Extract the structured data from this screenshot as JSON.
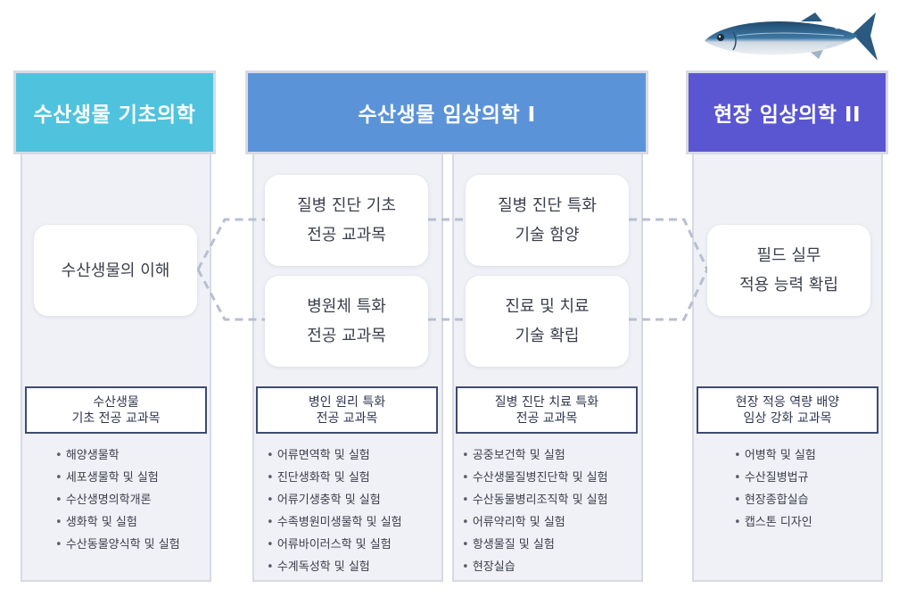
{
  "columns": [
    {
      "header": "수산생물 기초의학",
      "header_color": "#4fc3dd",
      "cards": [
        {
          "lines": [
            "수산생물의 이해"
          ]
        }
      ],
      "tag": {
        "lines": [
          "수산생물",
          "기초 전공 교과목"
        ]
      },
      "courses": [
        "해양생물학",
        "세포생물학 및 실험",
        "수산생명의학개론",
        "생화학 및 실험",
        "수산동물양식학 및 실험"
      ]
    },
    {
      "header": "수산생물 임상의학 I",
      "header_color": "#5b93d8",
      "cards": [
        {
          "lines": [
            "질병 진단 기초",
            "전공 교과목"
          ]
        },
        {
          "lines": [
            "병원체 특화",
            "전공 교과목"
          ]
        },
        {
          "lines": [
            "질병 진단 특화",
            "기술 함양"
          ]
        },
        {
          "lines": [
            "진료 및 치료",
            "기술 확립"
          ]
        }
      ],
      "tags": [
        {
          "lines": [
            "병인 원리 특화",
            "전공 교과목"
          ]
        },
        {
          "lines": [
            "질병 진단 치료 특화",
            "전공 교과목"
          ]
        }
      ],
      "courses_left": [
        "어류면역학 및 실험",
        "진단생화학 및 실험",
        "어류기생충학 및 실험",
        "수족병원미생물학 및 실험",
        "어류바이러스학 및 실험",
        "수계독성학 및 실험"
      ],
      "courses_right": [
        "공중보건학 및 실험",
        "수산생물질병진단학 및 실험",
        "수산동물병리조직학 및 실험",
        "어류약리학 및 실험",
        "항생물질 및 실험",
        "현장실습"
      ]
    },
    {
      "header": "현장 임상의학 II",
      "header_color": "#5a56d2",
      "cards": [
        {
          "lines": [
            "필드 실무",
            "적용 능력 확립"
          ]
        }
      ],
      "tag": {
        "lines": [
          "현장 적응 역량 배양",
          "임상 강화 교과목"
        ]
      },
      "courses": [
        "어병학 및 실험",
        "수산질병법규",
        "현장종합실습",
        "캡스톤 디자인"
      ]
    }
  ],
  "colors": {
    "column_bg": "#eff1f6",
    "border": "#d7dae4",
    "tag_border": "#3e4a73",
    "connector": "#b9bfd1"
  },
  "icons": {
    "fish": "mackerel-fish-icon"
  }
}
